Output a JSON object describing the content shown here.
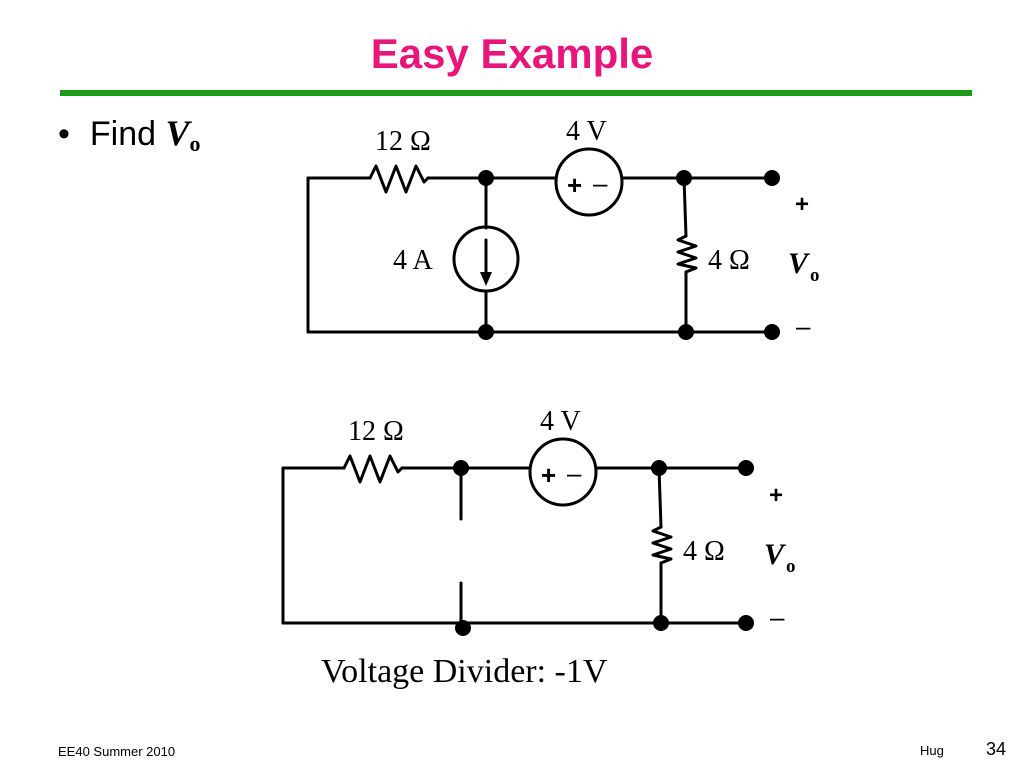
{
  "colors": {
    "title": "#e8157a",
    "rule": "#1a9c1a",
    "ink": "#000000"
  },
  "slide": {
    "title": "Easy Example",
    "bullet_symbol": "•",
    "bullet_text": "Find ",
    "bullet_var": "V",
    "bullet_sub": "o"
  },
  "circuit1": {
    "r1_label": "12 Ω",
    "vs_label": "4 V",
    "vs_plus": "+",
    "vs_minus": "–",
    "is_label": "4 A",
    "r2_label": "4 Ω",
    "out_plus": "+",
    "out_var": "V",
    "out_sub": "o",
    "out_minus": "–"
  },
  "circuit2": {
    "r1_label": "12 Ω",
    "vs_label": "4 V",
    "vs_plus": "+",
    "vs_minus": "–",
    "r2_label": "4 Ω",
    "out_plus": "+",
    "out_var": "V",
    "out_sub": "o",
    "out_minus": "–"
  },
  "caption": "Voltage Divider: -1V",
  "footer": {
    "course": "EE40 Summer 2010",
    "author": "Hug",
    "page": "34"
  }
}
